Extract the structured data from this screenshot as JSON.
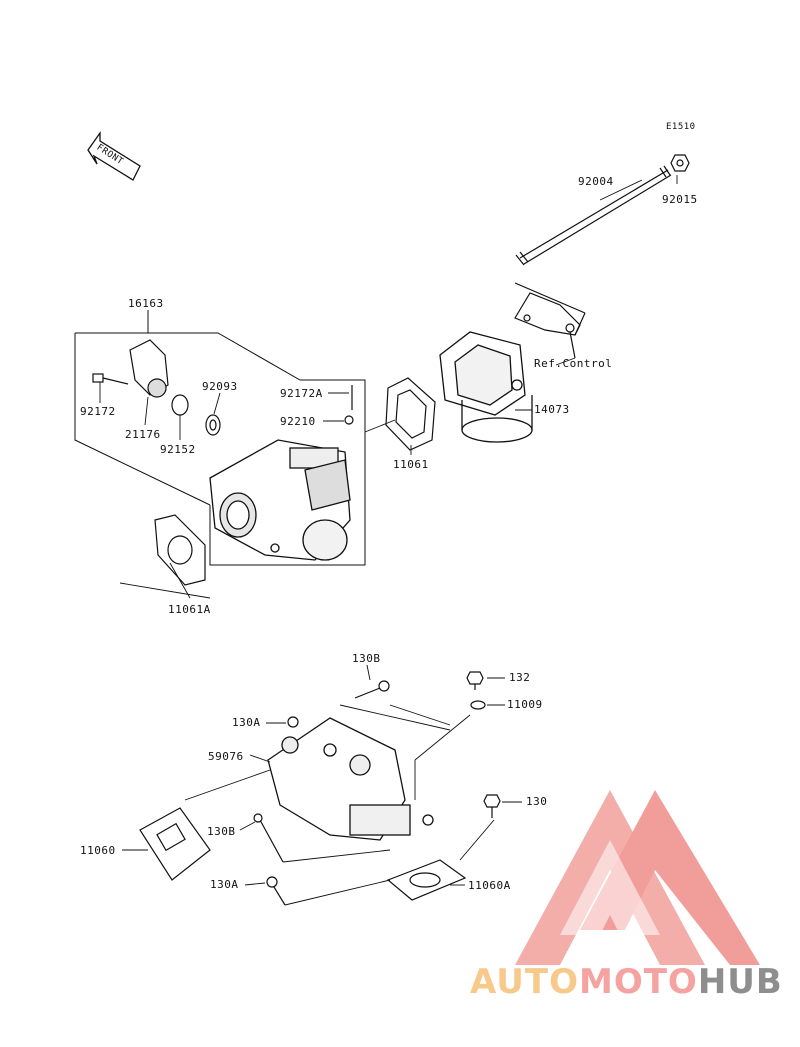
{
  "diagram": {
    "code": "E1510",
    "front_label": "FRONT",
    "ref_label": "Ref.Control",
    "parts": {
      "p92004": "92004",
      "p92015": "92015",
      "p16163": "16163",
      "p92172": "92172",
      "p21176": "21176",
      "p92093": "92093",
      "p92152": "92152",
      "p92172A": "92172A",
      "p92210": "92210",
      "p11061": "11061",
      "p14073": "14073",
      "p11061A": "11061A",
      "p130B_top": "130B",
      "p132": "132",
      "p130A_top": "130A",
      "p11009": "11009",
      "p59076": "59076",
      "p130_right": "130",
      "p130B_bottom": "130B",
      "p11060": "11060",
      "p130A_bottom": "130A",
      "p11060A": "11060A"
    }
  },
  "watermark": {
    "part1": "AUTO",
    "part2": "MOTO",
    "part3": "HUB",
    "colors": {
      "auto": "#f7c98a",
      "moto": "#f4a3a0",
      "hub": "#8e8e8e",
      "triangle": "#f08e8a"
    }
  }
}
